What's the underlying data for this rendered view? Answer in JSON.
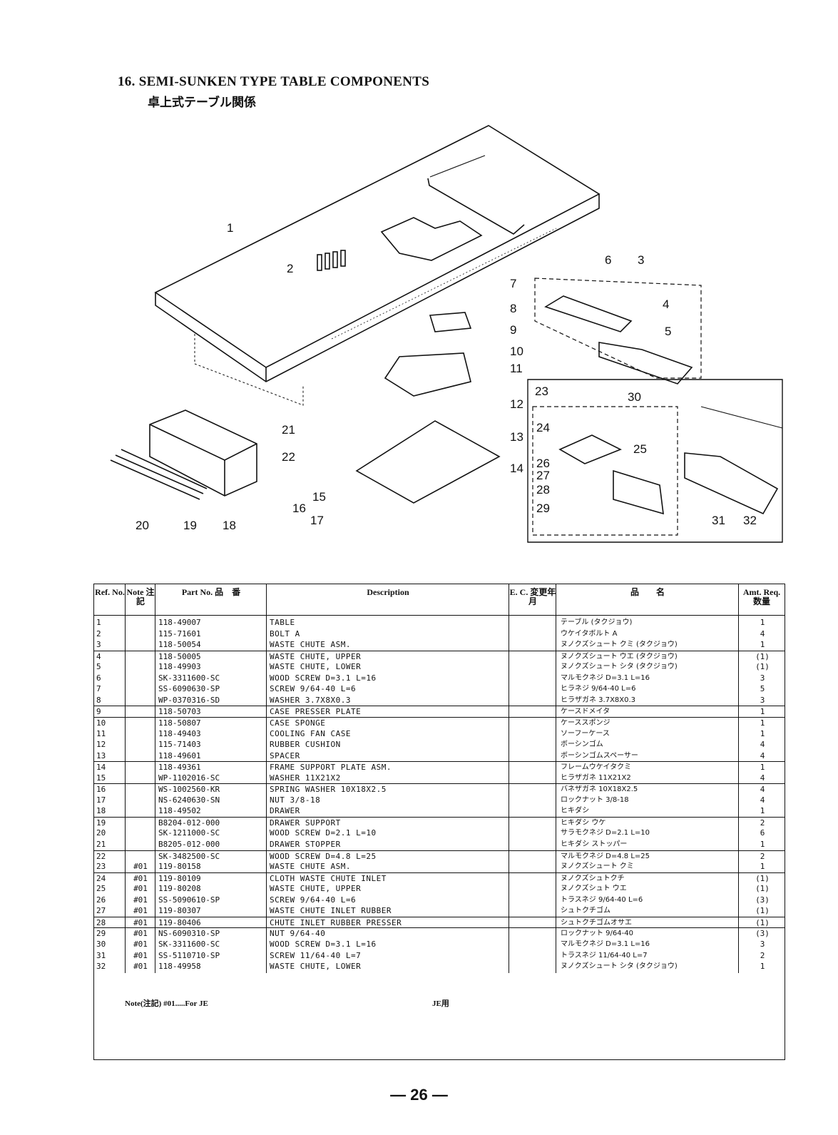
{
  "page": {
    "title": "16. SEMI-SUNKEN TYPE TABLE COMPONENTS",
    "subtitle": "卓上式テーブル関係",
    "page_number": "— 26 —"
  },
  "table": {
    "headers": {
      "ref": "Ref. No.",
      "note": "Note 注記",
      "part": "Part No. 品　番",
      "desc": "Description",
      "ec": "E. C. 変更年月",
      "jp": "品　　名",
      "amt": "Amt. Req. 数量"
    },
    "rows": [
      {
        "ref": "1",
        "note": "",
        "part": "118-49007",
        "desc": "TABLE",
        "jp": "テーブル (タクジョウ)",
        "amt": "1"
      },
      {
        "ref": "2",
        "note": "",
        "part": "115-71601",
        "desc": "BOLT A",
        "jp": "ウケイタボルト A",
        "amt": "4"
      },
      {
        "ref": "3",
        "note": "",
        "part": "118-50054",
        "desc": "WASTE CHUTE ASM.",
        "jp": "ヌノクズシュート クミ (タクジョウ)",
        "amt": "1"
      },
      {
        "ref": "4",
        "note": "",
        "part": "118-50005",
        "desc": "WASTE CHUTE, UPPER",
        "jp": "ヌノクズシュート ウエ (タクジョウ)",
        "amt": "(1)"
      },
      {
        "ref": "5",
        "note": "",
        "part": "118-49903",
        "desc": "WASTE CHUTE, LOWER",
        "jp": "ヌノクズシュート シタ (タクジョウ)",
        "amt": "(1)"
      },
      {
        "ref": "6",
        "note": "",
        "part": "SK-3311600-SC",
        "desc": "WOOD SCREW D=3.1 L=16",
        "jp": "マルモクネジ  D=3.1 L=16",
        "amt": "3"
      },
      {
        "ref": "7",
        "note": "",
        "part": "SS-6090630-SP",
        "desc": "SCREW  9/64-40 L=6",
        "jp": "ヒラネジ 9/64-40 L=6",
        "amt": "5"
      },
      {
        "ref": "8",
        "note": "",
        "part": "WP-0370316-SD",
        "desc": "WASHER  3.7X8X0.3",
        "jp": "ヒラザガネ 3.7X8X0.3",
        "amt": "3"
      },
      {
        "ref": "9",
        "note": "",
        "part": "118-50703",
        "desc": "CASE PRESSER PLATE",
        "jp": "ケースドメイタ",
        "amt": "1"
      },
      {
        "ref": "10",
        "note": "",
        "part": "118-50807",
        "desc": "CASE SPONGE",
        "jp": "ケーススポンジ",
        "amt": "1"
      },
      {
        "ref": "11",
        "note": "",
        "part": "118-49403",
        "desc": "COOLING FAN CASE",
        "jp": "ソーフーケース",
        "amt": "1"
      },
      {
        "ref": "12",
        "note": "",
        "part": "115-71403",
        "desc": "RUBBER CUSHION",
        "jp": "ボーシンゴム",
        "amt": "4"
      },
      {
        "ref": "13",
        "note": "",
        "part": "118-49601",
        "desc": "SPACER",
        "jp": "ボーシンゴムスペーサー",
        "amt": "4"
      },
      {
        "ref": "14",
        "note": "",
        "part": "118-49361",
        "desc": "FRAME SUPPORT PLATE ASM.",
        "jp": "フレームウケイタクミ",
        "amt": "1"
      },
      {
        "ref": "15",
        "note": "",
        "part": "WP-1102016-SC",
        "desc": "WASHER 11X21X2",
        "jp": "ヒラザガネ 11X21X2",
        "amt": "4"
      },
      {
        "ref": "16",
        "note": "",
        "part": "WS-1002560-KR",
        "desc": "SPRING WASHER   10X18X2.5",
        "jp": "バネザガネ 10X18X2.5",
        "amt": "4"
      },
      {
        "ref": "17",
        "note": "",
        "part": "NS-6240630-SN",
        "desc": "NUT 3/8-18",
        "jp": "ロックナット 3/8-18",
        "amt": "4"
      },
      {
        "ref": "18",
        "note": "",
        "part": "118-49502",
        "desc": "DRAWER",
        "jp": "ヒキダシ",
        "amt": "1"
      },
      {
        "ref": "19",
        "note": "",
        "part": "B8204-012-000",
        "desc": "DRAWER SUPPORT",
        "jp": "ヒキダシ ウケ",
        "amt": "2"
      },
      {
        "ref": "20",
        "note": "",
        "part": "SK-1211000-SC",
        "desc": "WOOD SCREW D=2.1 L=10",
        "jp": "サラモクネジ D=2.1 L=10",
        "amt": "6"
      },
      {
        "ref": "21",
        "note": "",
        "part": "B8205-012-000",
        "desc": "DRAWER STOPPER",
        "jp": "ヒキダシ ストッパー",
        "amt": "1"
      },
      {
        "ref": "22",
        "note": "",
        "part": "SK-3482500-SC",
        "desc": "WOOD SCREW D=4.8 L=25",
        "jp": "マルモクネジ  D=4.8 L=25",
        "amt": "2"
      },
      {
        "ref": "23",
        "note": "#01",
        "part": "119-80158",
        "desc": "WASTE CHUTE ASM.",
        "jp": "ヌノクズシュート クミ",
        "amt": "1"
      },
      {
        "ref": "24",
        "note": "#01",
        "part": "119-80109",
        "desc": "CLOTH WASTE CHUTE INLET",
        "jp": "ヌノクズシュトクチ",
        "amt": "(1)"
      },
      {
        "ref": "25",
        "note": "#01",
        "part": "119-80208",
        "desc": "WASTE CHUTE, UPPER",
        "jp": "ヌノクズシュト ウエ",
        "amt": "(1)"
      },
      {
        "ref": "26",
        "note": "#01",
        "part": "SS-5090610-SP",
        "desc": "SCREW  9/64-40 L=6",
        "jp": "トラスネジ 9/64-40 L=6",
        "amt": "(3)"
      },
      {
        "ref": "27",
        "note": "#01",
        "part": "119-80307",
        "desc": "WASTE CHUTE INLET RUBBER",
        "jp": "シュトクチゴム",
        "amt": "(1)"
      },
      {
        "ref": "28",
        "note": "#01",
        "part": "119-80406",
        "desc": "CHUTE INLET RUBBER PRESSER",
        "jp": "シュトクチゴムオサエ",
        "amt": "(1)"
      },
      {
        "ref": "29",
        "note": "#01",
        "part": "NS-6090310-SP",
        "desc": "NUT  9/64-40",
        "jp": "ロックナット 9/64-40",
        "amt": "(3)"
      },
      {
        "ref": "30",
        "note": "#01",
        "part": "SK-3311600-SC",
        "desc": "WOOD SCREW D=3.1 L=16",
        "jp": "マルモクネジ  D=3.1 L=16",
        "amt": "3"
      },
      {
        "ref": "31",
        "note": "#01",
        "part": "SS-5110710-SP",
        "desc": "SCREW  11/64-40 L=7",
        "jp": "トラスネジ 11/64-40 L=7",
        "amt": "2"
      },
      {
        "ref": "32",
        "note": "#01",
        "part": "118-49958",
        "desc": "WASTE CHUTE, LOWER",
        "jp": "ヌノクズシュート シタ (タクジョウ)",
        "amt": "1"
      }
    ],
    "footnote": "Note(注記) #01.....For JE",
    "footnote_jp": "JE用"
  },
  "callouts": [
    "1",
    "2",
    "3",
    "4",
    "5",
    "6",
    "7",
    "8",
    "9",
    "10",
    "11",
    "12",
    "13",
    "14",
    "15",
    "16",
    "17",
    "18",
    "19",
    "20",
    "21",
    "22",
    "23",
    "24",
    "25",
    "26",
    "27",
    "28",
    "29",
    "30",
    "31",
    "32"
  ]
}
